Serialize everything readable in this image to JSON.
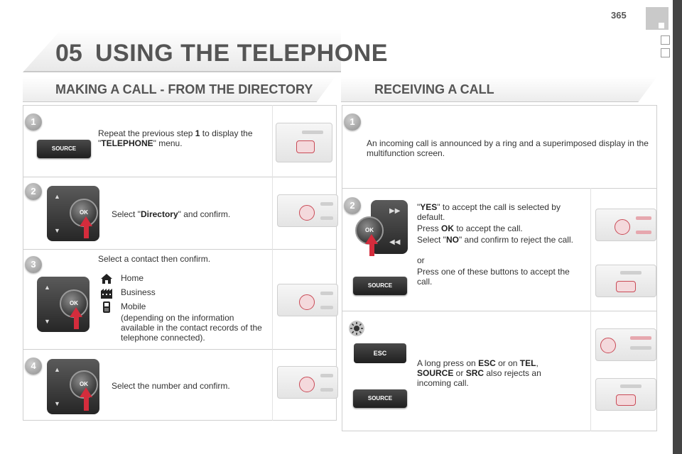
{
  "page": {
    "number": "365"
  },
  "chapter": {
    "number": "05",
    "title": "USING THE TELEPHONE"
  },
  "left_section": {
    "title": "MAKING A CALL - FROM THE DIRECTORY",
    "steps": [
      {
        "badge": "1",
        "pre": "Repeat the previous step ",
        "bold1": "1",
        "mid": " to display the \"",
        "bold2": "TELEPHONE",
        "post": "\" menu."
      },
      {
        "badge": "2",
        "pre": "Select \"",
        "bold1": "Directory",
        "post": "\" and confirm."
      },
      {
        "badge": "3",
        "intro": "Select a contact then confirm.",
        "home": "Home",
        "business": "Business",
        "mobile": "Mobile",
        "note": "(depending on the information available in the contact records of the telephone connected)."
      },
      {
        "badge": "4",
        "text": "Select the number and confirm."
      }
    ]
  },
  "right_section": {
    "title": "RECEIVING A CALL",
    "step1": {
      "badge": "1",
      "text": "An incoming call is announced by a ring and a superimposed display in the multifunction screen."
    },
    "step2": {
      "badge": "2",
      "yes_q1": "\"",
      "yes_bold": "YES",
      "yes_rest": "\" to accept the call is selected by default.",
      "ok_pre": "Press ",
      "ok_bold": "OK",
      "ok_post": " to accept the call.",
      "no_pre": "Select \"",
      "no_bold": "NO",
      "no_post": "\" and confirm to reject the call.",
      "or": "or",
      "press_buttons": "Press one of these buttons to accept the call."
    },
    "tip": {
      "pre": "A long press on ",
      "esc": "ESC",
      "or1": " or on ",
      "tel": "TEL",
      "comma": ",",
      "source": "SOURCE",
      "or2": " or ",
      "src": "SRC",
      "post": " also rejects an incoming call."
    }
  },
  "controls": {
    "source_label": "SOURCE",
    "ok_label": "OK",
    "esc_label": "ESC"
  },
  "colors": {
    "accent_red": "#d42c3c",
    "heading_grey": "#555555"
  }
}
